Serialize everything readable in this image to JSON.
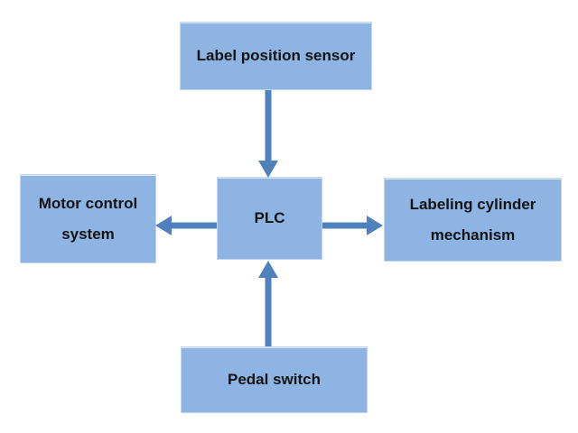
{
  "diagram": {
    "nodes": {
      "sensor": {
        "label": "Label position sensor"
      },
      "plc": {
        "label": "PLC"
      },
      "motor": {
        "label": "Motor control system"
      },
      "cylinder": {
        "label": "Labeling cylinder mechanism"
      },
      "pedal": {
        "label": "Pedal switch"
      }
    },
    "connections": [
      {
        "from": "Label position sensor",
        "to": "PLC",
        "direction": "down"
      },
      {
        "from": "PLC",
        "to": "Motor control system",
        "direction": "left"
      },
      {
        "from": "PLC",
        "to": "Labeling cylinder mechanism",
        "direction": "right"
      },
      {
        "from": "Pedal switch",
        "to": "PLC",
        "direction": "up"
      }
    ],
    "colors": {
      "box_fill": "#8db4e2",
      "box_border": "#c3d6ee",
      "arrow": "#4f81bd",
      "text": "#141414",
      "background": "#ffffff"
    }
  }
}
